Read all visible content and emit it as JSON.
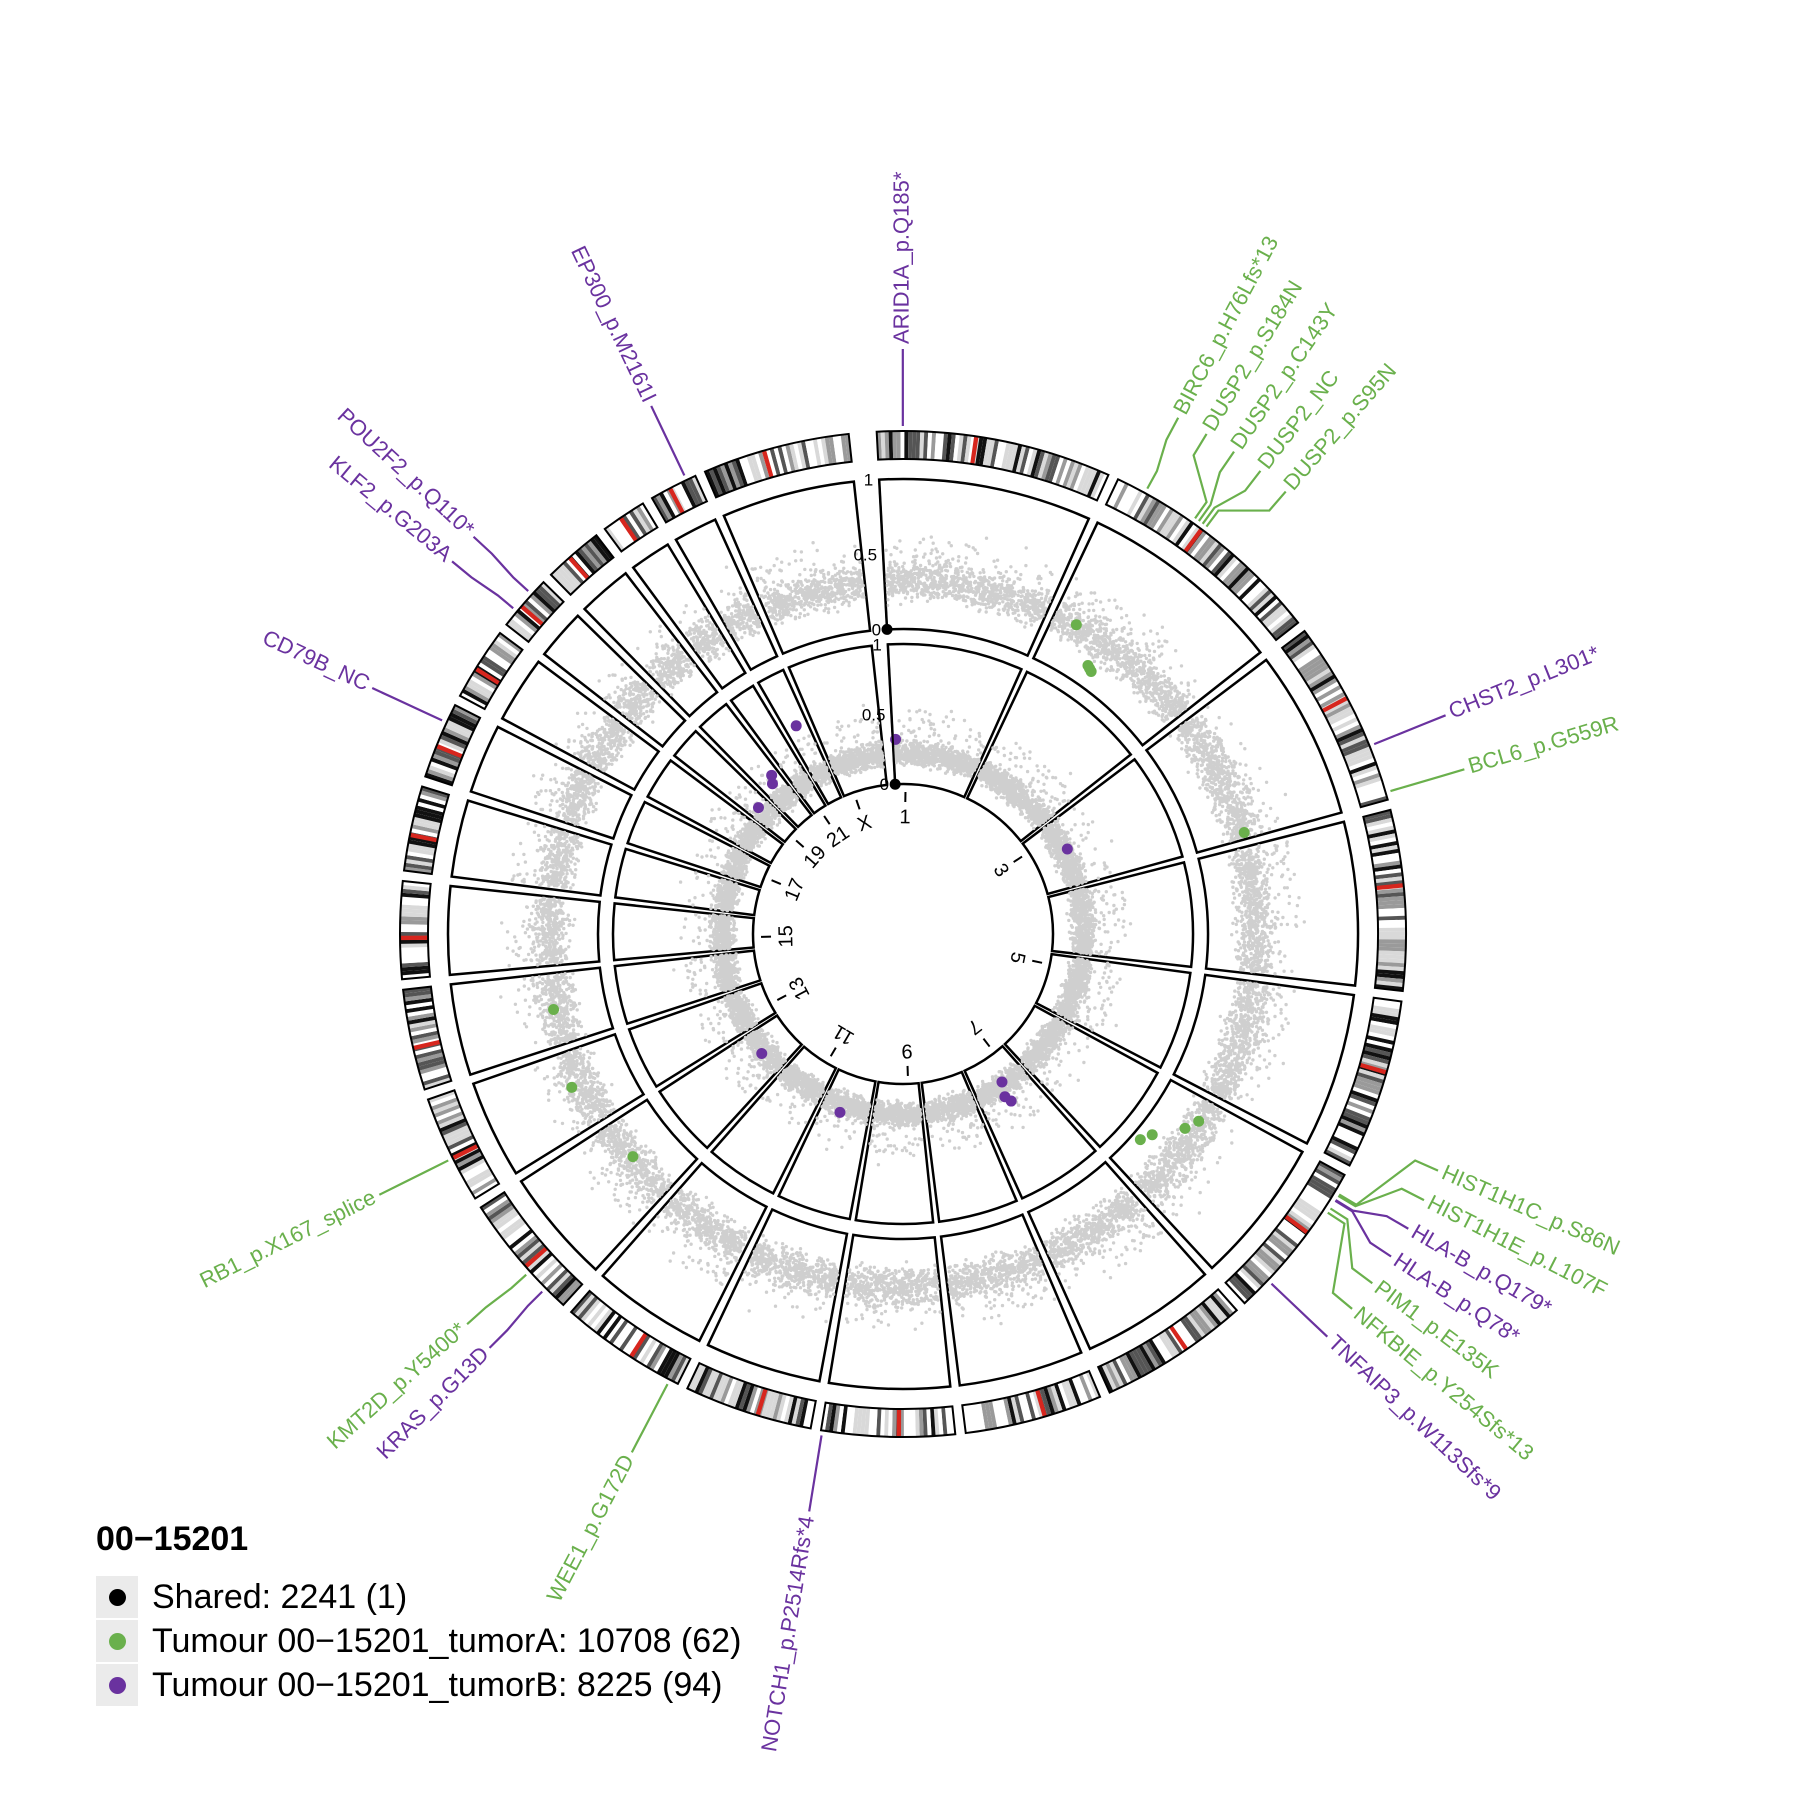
{
  "chart_data": {
    "type": "scatter",
    "sample": "00−15201",
    "chromosomes": [
      "1",
      "2",
      "3",
      "4",
      "5",
      "6",
      "7",
      "8",
      "9",
      "10",
      "11",
      "12",
      "13",
      "14",
      "15",
      "16",
      "17",
      "18",
      "19",
      "20",
      "21",
      "22",
      "X"
    ],
    "chromosome_labels": [
      "1",
      "3",
      "5",
      "7",
      "9",
      "11",
      "13",
      "15",
      "17",
      "19",
      "21",
      "X"
    ],
    "y_ticks": [
      0,
      0.5,
      1
    ],
    "ylim": [
      0,
      1
    ],
    "tracks": [
      "Tumour 00−15201_tumorA",
      "Tumour 00−15201_tumorB"
    ],
    "legend": [
      {
        "label": "Shared: 2241 (1)",
        "color": "#000000"
      },
      {
        "label": "Tumour 00−15201_tumorA: 10708 (62)",
        "color": "#6ab04c"
      },
      {
        "label": "Tumour 00−15201_tumorB: 8225 (94)",
        "color": "#6a329f"
      }
    ],
    "colors": {
      "shared": "#000000",
      "tumorA": "#6ab04c",
      "tumorB": "#6a329f",
      "background_points": "#cfcfcf"
    },
    "highlighted_points": {
      "tumorA": [
        {
          "chr": "2",
          "x": 0.15,
          "vaf": 0.33
        },
        {
          "chr": "2",
          "x": 0.35,
          "vaf": 0.14
        },
        {
          "chr": "2",
          "x": 0.37,
          "vaf": 0.13
        },
        {
          "chr": "2",
          "x": 0.39,
          "vaf": 0.12
        },
        {
          "chr": "3",
          "x": 0.95,
          "vaf": 0.34
        },
        {
          "chr": "6",
          "x": 0.2,
          "vaf": 0.3
        },
        {
          "chr": "6",
          "x": 0.32,
          "vaf": 0.25
        },
        {
          "chr": "6",
          "x": 0.55,
          "vaf": 0.1
        },
        {
          "chr": "6",
          "x": 0.66,
          "vaf": 0.06
        },
        {
          "chr": "12",
          "x": 0.55,
          "vaf": 0.3
        },
        {
          "chr": "13",
          "x": 0.55,
          "vaf": 0.4
        },
        {
          "chr": "14",
          "x": 0.5,
          "vaf": 0.35
        }
      ],
      "tumorB": [
        {
          "chr": "1",
          "x": 0.03,
          "vaf": 0.32
        },
        {
          "chr": "3",
          "x": 0.45,
          "vaf": 0.25
        },
        {
          "chr": "7",
          "x": 0.5,
          "vaf": 0.35
        },
        {
          "chr": "7",
          "x": 0.55,
          "vaf": 0.3
        },
        {
          "chr": "7",
          "x": 0.45,
          "vaf": 0.2
        },
        {
          "chr": "10",
          "x": 0.6,
          "vaf": 0.28
        },
        {
          "chr": "12",
          "x": 0.5,
          "vaf": 0.25
        },
        {
          "chr": "19",
          "x": 0.5,
          "vaf": 0.3
        },
        {
          "chr": "20",
          "x": 0.5,
          "vaf": 0.35
        },
        {
          "chr": "20",
          "x": 0.7,
          "vaf": 0.4
        },
        {
          "chr": "22",
          "x": 0.5,
          "vaf": 0.6
        }
      ]
    },
    "shared_points": [
      {
        "track": 0,
        "vaf": 0
      },
      {
        "track": 1,
        "vaf": 0
      }
    ],
    "annotations": [
      {
        "label": "ARID1A_p.Q185*",
        "group": "tumorB",
        "chr": "1",
        "pos": 0.11
      },
      {
        "label": "BIRC6_p.H76Lfs*13",
        "group": "tumorA",
        "chr": "2",
        "pos": 0.13
      },
      {
        "label": "DUSP2_p.S184N",
        "group": "tumorA",
        "chr": "2",
        "pos": 0.37
      },
      {
        "label": "DUSP2_p.C143Y",
        "group": "tumorA",
        "chr": "2",
        "pos": 0.39
      },
      {
        "label": "DUSP2_NC",
        "group": "tumorA",
        "chr": "2",
        "pos": 0.41
      },
      {
        "label": "DUSP2_p.S95N",
        "group": "tumorA",
        "chr": "2",
        "pos": 0.43
      },
      {
        "label": "CHST2_p.L301*",
        "group": "tumorB",
        "chr": "3",
        "pos": 0.7
      },
      {
        "label": "BCL6_p.G559R",
        "group": "tumorA",
        "chr": "3",
        "pos": 0.96
      },
      {
        "label": "HIST1H1C_p.S86N",
        "group": "tumorA",
        "chr": "6",
        "pos": 0.12
      },
      {
        "label": "HIST1H1E_p.L107F",
        "group": "tumorA",
        "chr": "6",
        "pos": 0.13
      },
      {
        "label": "HLA-B_p.Q179*",
        "group": "tumorB",
        "chr": "6",
        "pos": 0.16
      },
      {
        "label": "HLA-B_p.Q78*",
        "group": "tumorB",
        "chr": "6",
        "pos": 0.165
      },
      {
        "label": "PIM1_p.E135K",
        "group": "tumorA",
        "chr": "6",
        "pos": 0.22
      },
      {
        "label": "NFKBIE_p.Y254Sfs*13",
        "group": "tumorA",
        "chr": "6",
        "pos": 0.25
      },
      {
        "label": "TNFAIP3_p.W113Sfs*9",
        "group": "tumorB",
        "chr": "6",
        "pos": 0.8
      },
      {
        "label": "NOTCH1_p.P2514Rfs*4",
        "group": "tumorB",
        "chr": "9",
        "pos": 0.99
      },
      {
        "label": "WEE1_p.G172D",
        "group": "tumorA",
        "chr": "11",
        "pos": 0.07
      },
      {
        "label": "KRAS_p.G13D",
        "group": "tumorB",
        "chr": "12",
        "pos": 0.19
      },
      {
        "label": "KMT2D_p.Y5400*",
        "group": "tumorA",
        "chr": "12",
        "pos": 0.37
      },
      {
        "label": "RB1_p.X167_splice",
        "group": "tumorA",
        "chr": "13",
        "pos": 0.42
      },
      {
        "label": "CD79B_NC",
        "group": "tumorB",
        "chr": "17",
        "pos": 0.75
      },
      {
        "label": "KLF2_p.G203A",
        "group": "tumorB",
        "chr": "19",
        "pos": 0.3
      },
      {
        "label": "POU2F2_p.Q110*",
        "group": "tumorB",
        "chr": "19",
        "pos": 0.7
      },
      {
        "label": "EP300_p.M2161I",
        "group": "tumorB",
        "chr": "22",
        "pos": 0.8
      }
    ]
  }
}
